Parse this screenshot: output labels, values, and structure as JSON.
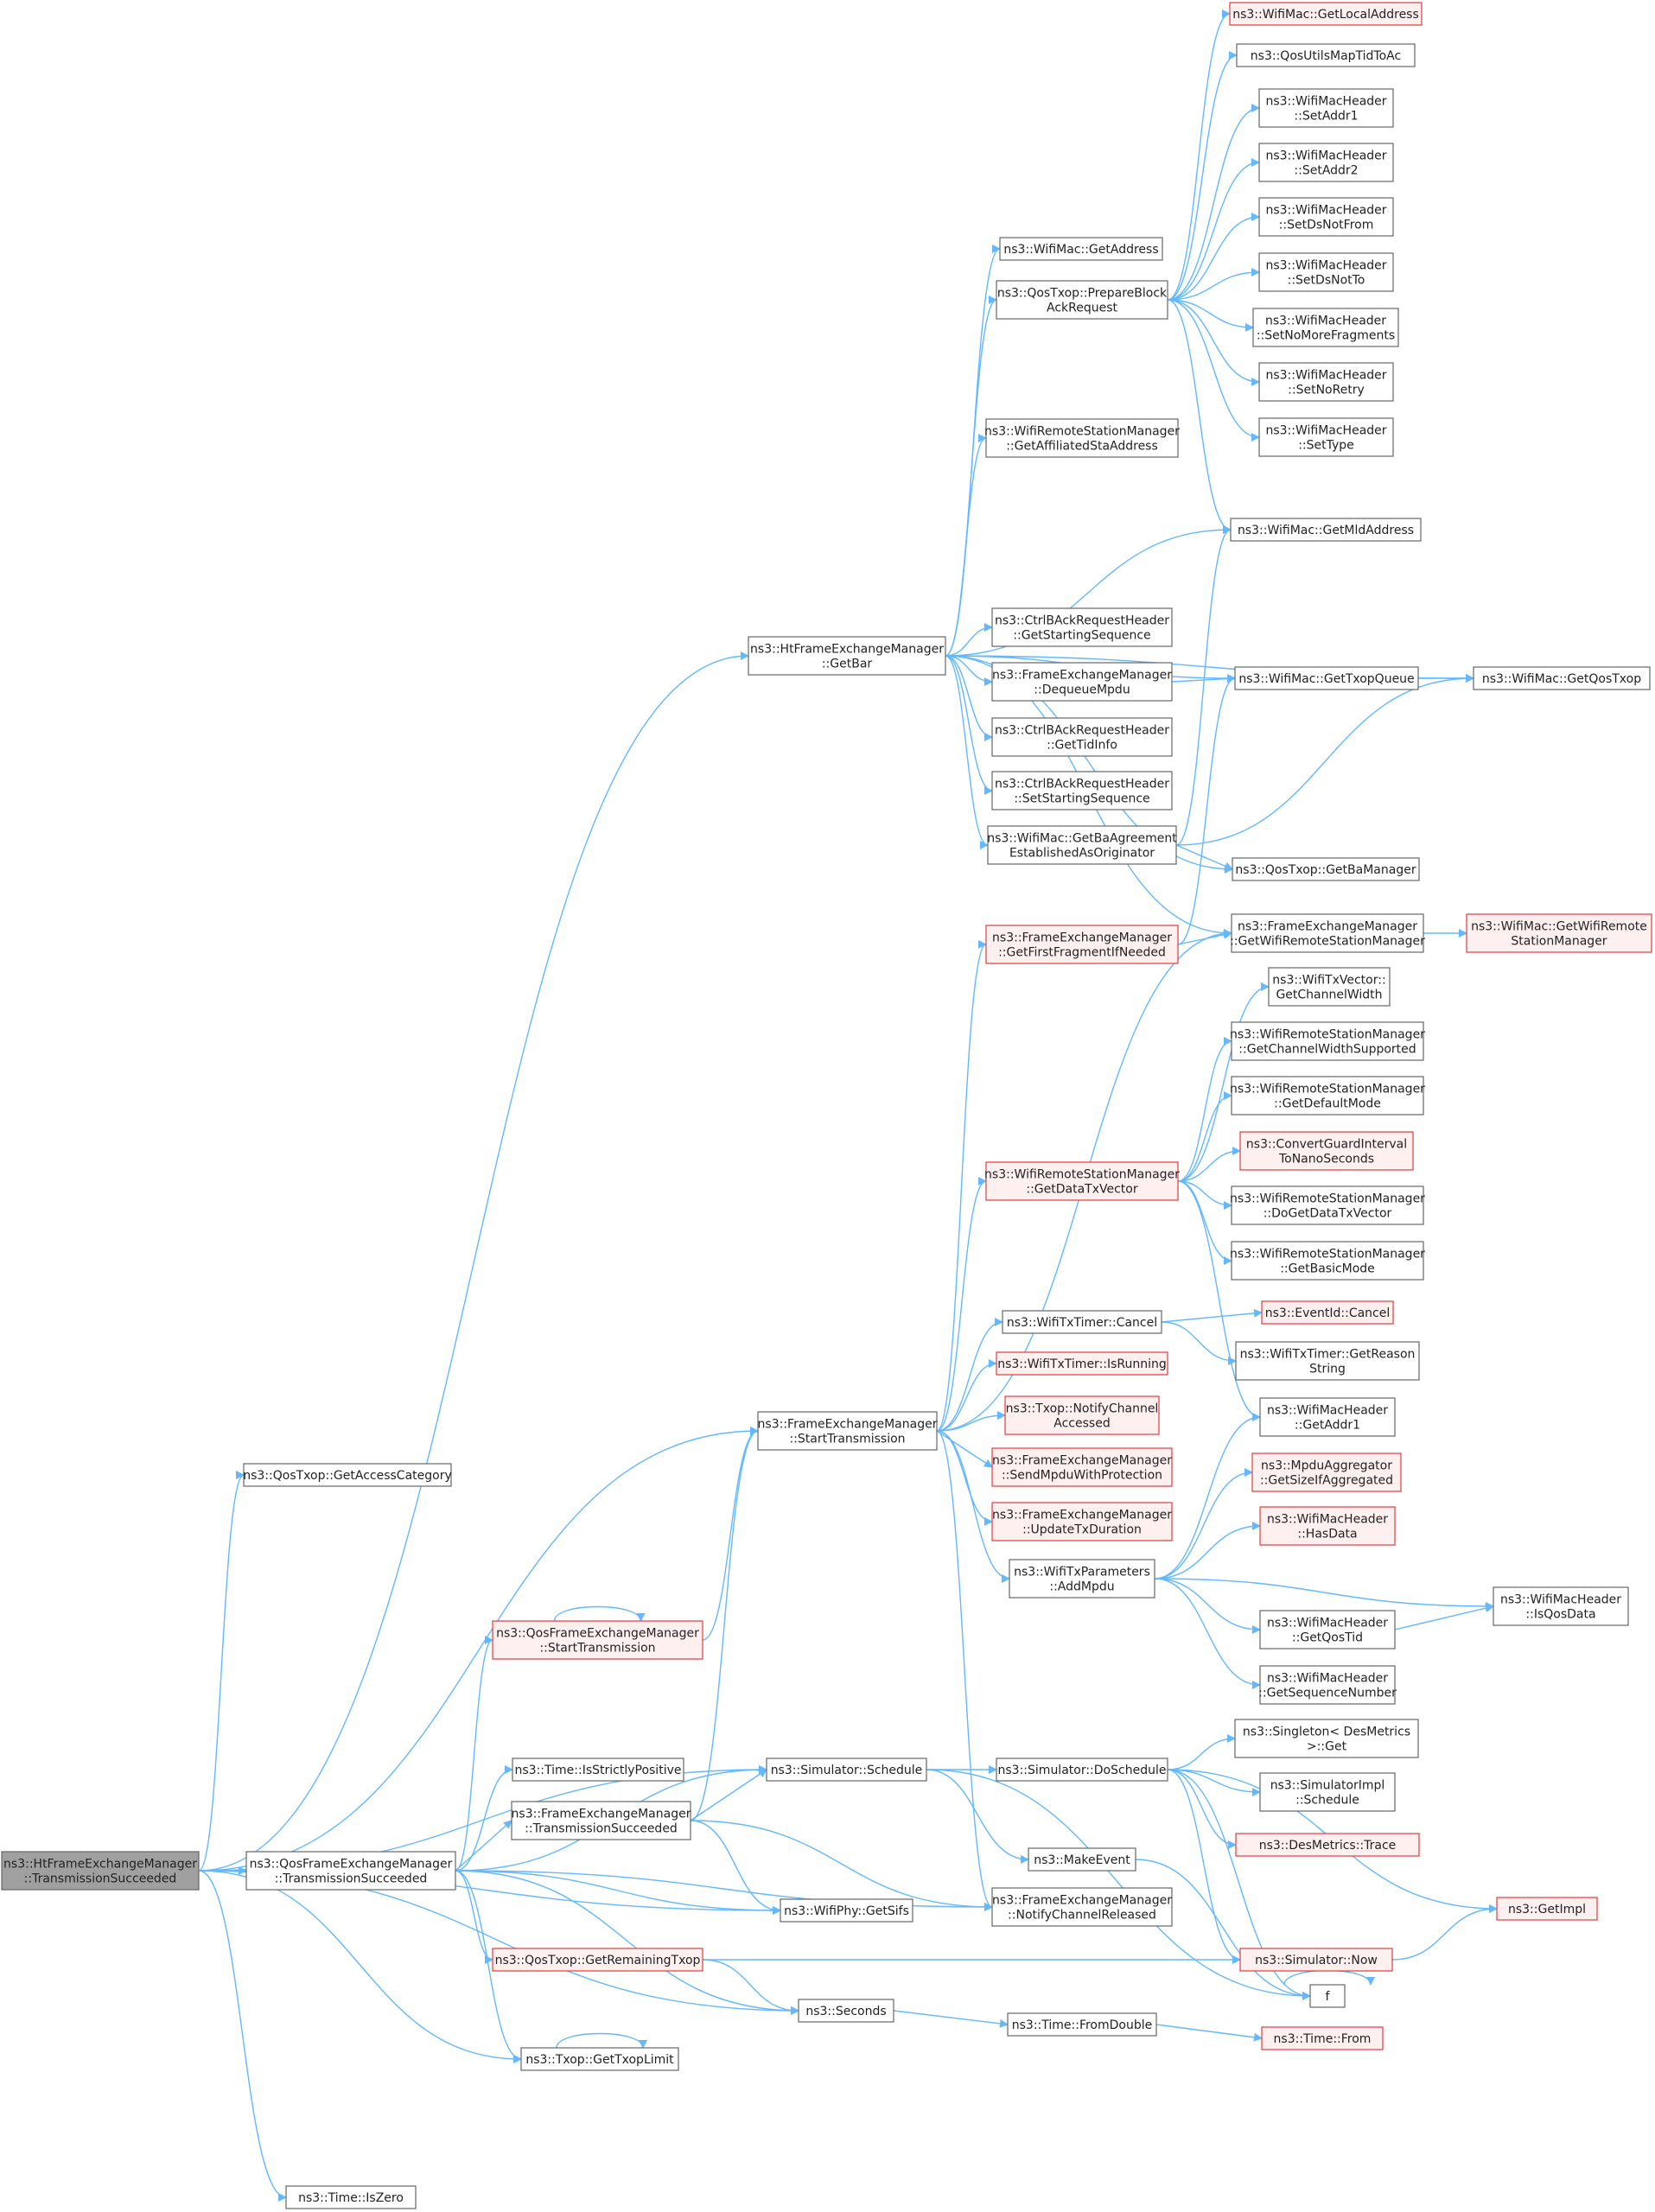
{
  "diagram": {
    "nodes": {
      "root": {
        "lines": [
          "ns3::HtFrameExchangeManager",
          "::TransmissionSucceeded"
        ]
      },
      "getAccessCategory": {
        "lines": [
          "ns3::QosTxop::GetAccessCategory"
        ]
      },
      "getBar": {
        "lines": [
          "ns3::HtFrameExchangeManager",
          "::GetBar"
        ]
      },
      "startTransmission": {
        "lines": [
          "ns3::FrameExchangeManager",
          "::StartTransmission"
        ]
      },
      "qosStartTransmission": {
        "lines": [
          "ns3::QosFrameExchangeManager",
          "::StartTransmission"
        ]
      },
      "qosTransmissionSucceeded": {
        "lines": [
          "ns3::QosFrameExchangeManager",
          "::TransmissionSucceeded"
        ]
      },
      "isStrictlyPositive": {
        "lines": [
          "ns3::Time::IsStrictlyPositive"
        ]
      },
      "femTransmissionSucceeded": {
        "lines": [
          "ns3::FrameExchangeManager",
          "::TransmissionSucceeded"
        ]
      },
      "simSchedule": {
        "lines": [
          "ns3::Simulator::Schedule"
        ]
      },
      "getRemainingTxop": {
        "lines": [
          "ns3::QosTxop::GetRemainingTxop"
        ]
      },
      "getSifs": {
        "lines": [
          "ns3::WifiPhy::GetSifs"
        ]
      },
      "seconds": {
        "lines": [
          "ns3::Seconds"
        ]
      },
      "getTxopLimit": {
        "lines": [
          "ns3::Txop::GetTxopLimit"
        ]
      },
      "isZero": {
        "lines": [
          "ns3::Time::IsZero"
        ]
      },
      "getAddress": {
        "lines": [
          "ns3::WifiMac::GetAddress"
        ]
      },
      "prepareBar": {
        "lines": [
          "ns3::QosTxop::PrepareBlock",
          "AckRequest"
        ]
      },
      "getAffiliated": {
        "lines": [
          "ns3::WifiRemoteStationManager",
          "::GetAffiliatedStaAddress"
        ]
      },
      "ctrlGetStarting": {
        "lines": [
          "ns3::CtrlBAckRequestHeader",
          "::GetStartingSequence"
        ]
      },
      "dequeueMpdu": {
        "lines": [
          "ns3::FrameExchangeManager",
          "::DequeueMpdu"
        ]
      },
      "getTidInfo": {
        "lines": [
          "ns3::CtrlBAckRequestHeader",
          "::GetTidInfo"
        ]
      },
      "setStarting": {
        "lines": [
          "ns3::CtrlBAckRequestHeader",
          "::SetStartingSequence"
        ]
      },
      "getBaAgreement": {
        "lines": [
          "ns3::WifiMac::GetBaAgreement",
          "EstablishedAsOriginator"
        ]
      },
      "getFirstFragment": {
        "lines": [
          "ns3::FrameExchangeManager",
          "::GetFirstFragmentIfNeeded"
        ]
      },
      "getDataTxVector": {
        "lines": [
          "ns3::WifiRemoteStationManager",
          "::GetDataTxVector"
        ]
      },
      "wifiTxTimerCancel": {
        "lines": [
          "ns3::WifiTxTimer::Cancel"
        ]
      },
      "wifiTxTimerIsRunning": {
        "lines": [
          "ns3::WifiTxTimer::IsRunning"
        ]
      },
      "notifyChannelAccessed": {
        "lines": [
          "ns3::Txop::NotifyChannel",
          "Accessed"
        ]
      },
      "sendMpduWithProtection": {
        "lines": [
          "ns3::FrameExchangeManager",
          "::SendMpduWithProtection"
        ]
      },
      "updateTxDuration": {
        "lines": [
          "ns3::FrameExchangeManager",
          "::UpdateTxDuration"
        ]
      },
      "addMpdu": {
        "lines": [
          "ns3::WifiTxParameters",
          "::AddMpdu"
        ]
      },
      "doSchedule": {
        "lines": [
          "ns3::Simulator::DoSchedule"
        ]
      },
      "makeEvent": {
        "lines": [
          "ns3::MakeEvent"
        ]
      },
      "notifyChannelReleased": {
        "lines": [
          "ns3::FrameExchangeManager",
          "::NotifyChannelReleased"
        ]
      },
      "fromDouble": {
        "lines": [
          "ns3::Time::FromDouble"
        ]
      },
      "getLocalAddress": {
        "lines": [
          "ns3::WifiMac::GetLocalAddress"
        ]
      },
      "qosUtilsMapTidToAc": {
        "lines": [
          "ns3::QosUtilsMapTidToAc"
        ]
      },
      "setAddr1": {
        "lines": [
          "ns3::WifiMacHeader",
          "::SetAddr1"
        ]
      },
      "setAddr2": {
        "lines": [
          "ns3::WifiMacHeader",
          "::SetAddr2"
        ]
      },
      "setDsNotFrom": {
        "lines": [
          "ns3::WifiMacHeader",
          "::SetDsNotFrom"
        ]
      },
      "setDsNotTo": {
        "lines": [
          "ns3::WifiMacHeader",
          "::SetDsNotTo"
        ]
      },
      "setNoMoreFragments": {
        "lines": [
          "ns3::WifiMacHeader",
          "::SetNoMoreFragments"
        ]
      },
      "setNoRetry": {
        "lines": [
          "ns3::WifiMacHeader",
          "::SetNoRetry"
        ]
      },
      "setType": {
        "lines": [
          "ns3::WifiMacHeader",
          "::SetType"
        ]
      },
      "getMldAddress": {
        "lines": [
          "ns3::WifiMac::GetMldAddress"
        ]
      },
      "getTxopQueue": {
        "lines": [
          "ns3::WifiMac::GetTxopQueue"
        ]
      },
      "getQosTxop": {
        "lines": [
          "ns3::WifiMac::GetQosTxop"
        ]
      },
      "getBaManager": {
        "lines": [
          "ns3::QosTxop::GetBaManager"
        ]
      },
      "femGetWrsm": {
        "lines": [
          "ns3::FrameExchangeManager",
          "::GetWifiRemoteStationManager"
        ]
      },
      "macGetWrsm": {
        "lines": [
          "ns3::WifiMac::GetWifiRemote",
          "StationManager"
        ]
      },
      "getChannelWidth": {
        "lines": [
          "ns3::WifiTxVector::",
          "GetChannelWidth"
        ]
      },
      "getChannelWidthSupported": {
        "lines": [
          "ns3::WifiRemoteStationManager",
          "::GetChannelWidthSupported"
        ]
      },
      "getDefaultMode": {
        "lines": [
          "ns3::WifiRemoteStationManager",
          "::GetDefaultMode"
        ]
      },
      "convertGuardInterval": {
        "lines": [
          "ns3::ConvertGuardInterval",
          "ToNanoSeconds"
        ]
      },
      "doGetDataTxVector": {
        "lines": [
          "ns3::WifiRemoteStationManager",
          "::DoGetDataTxVector"
        ]
      },
      "getBasicMode": {
        "lines": [
          "ns3::WifiRemoteStationManager",
          "::GetBasicMode"
        ]
      },
      "eventIdCancel": {
        "lines": [
          "ns3::EventId::Cancel"
        ]
      },
      "getReasonString": {
        "lines": [
          "ns3::WifiTxTimer::GetReason",
          "String"
        ]
      },
      "getAddr1": {
        "lines": [
          "ns3::WifiMacHeader",
          "::GetAddr1"
        ]
      },
      "getSizeIfAggregated": {
        "lines": [
          "ns3::MpduAggregator",
          "::GetSizeIfAggregated"
        ]
      },
      "hasData": {
        "lines": [
          "ns3::WifiMacHeader",
          "::HasData"
        ]
      },
      "isQosData": {
        "lines": [
          "ns3::WifiMacHeader",
          "::IsQosData"
        ]
      },
      "getQosTid": {
        "lines": [
          "ns3::WifiMacHeader",
          "::GetQosTid"
        ]
      },
      "getSequenceNumber": {
        "lines": [
          "ns3::WifiMacHeader",
          "::GetSequenceNumber"
        ]
      },
      "singletonGet": {
        "lines": [
          "ns3::Singleton< DesMetrics",
          " >::Get"
        ]
      },
      "simImplSchedule": {
        "lines": [
          "ns3::SimulatorImpl",
          "::Schedule"
        ]
      },
      "desMetricsTrace": {
        "lines": [
          "ns3::DesMetrics::Trace"
        ]
      },
      "getImpl": {
        "lines": [
          "ns3::GetImpl"
        ]
      },
      "simNow": {
        "lines": [
          "ns3::Simulator::Now"
        ]
      },
      "f": {
        "lines": [
          "f"
        ]
      },
      "timeFrom": {
        "lines": [
          "ns3::Time::From"
        ]
      }
    }
  }
}
